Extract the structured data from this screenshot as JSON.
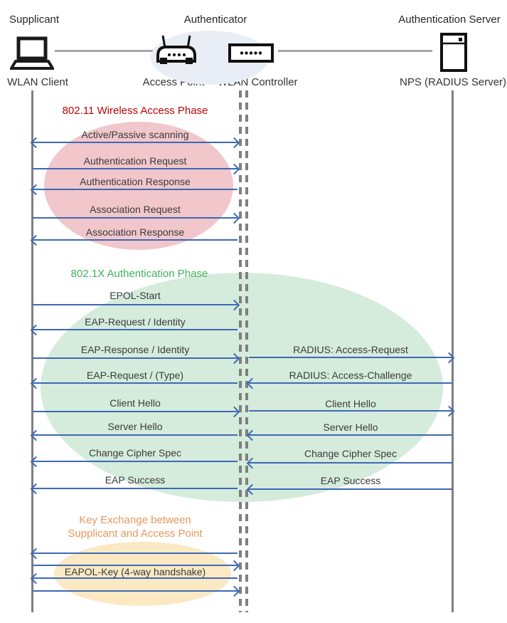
{
  "header": {
    "roles": {
      "supplicant": "Supplicant",
      "authenticator": "Authenticator",
      "auth_server": "Authentication Server"
    },
    "devices": {
      "wlan_client": "WLAN Client",
      "access_point": "Access Point",
      "wlan_controller": "WLAN Controller",
      "nps": "NPS (RADIUS Server)"
    }
  },
  "colors": {
    "arrow_blue": "#3e68b4",
    "lifeline_gray": "#7f7f7f",
    "phase1_title": "#c00000",
    "phase1_fill": "#f1c7cb",
    "phase2_title": "#3eb25c",
    "phase2_fill": "#d5ecdc",
    "phase3_title": "#e8975a",
    "phase3_fill": "#fbe9c4",
    "hub_fill": "#e9edf5"
  },
  "phase1": {
    "title": "802.11 Wireless Access Phase",
    "messages": [
      {
        "label": "Active/Passive scanning",
        "direction": "both",
        "from": "WLAN Client",
        "to": "WLAN Controller"
      },
      {
        "label": "Authentication Request",
        "direction": "right",
        "from": "WLAN Client",
        "to": "WLAN Controller"
      },
      {
        "label": "Authentication Response",
        "direction": "left",
        "from": "WLAN Controller",
        "to": "WLAN Client"
      },
      {
        "label": "Association Request",
        "direction": "right",
        "from": "WLAN Client",
        "to": "WLAN Controller"
      },
      {
        "label": "Association Response",
        "direction": "left",
        "from": "WLAN Controller",
        "to": "WLAN Client"
      }
    ]
  },
  "phase2": {
    "title": "802.1X Authentication Phase",
    "client_messages": [
      {
        "label": "EPOL-Start",
        "direction": "right"
      },
      {
        "label": "EAP-Request / Identity",
        "direction": "left"
      },
      {
        "label": "EAP-Response / Identity",
        "direction": "right"
      },
      {
        "label": "EAP-Request / (Type)",
        "direction": "left"
      },
      {
        "label": "Client Hello",
        "direction": "right"
      },
      {
        "label": "Server Hello",
        "direction": "left"
      },
      {
        "label": "Change Cipher Spec",
        "direction": "left"
      },
      {
        "label": "EAP Success",
        "direction": "left"
      }
    ],
    "server_messages": [
      {
        "label": "RADIUS: Access-Request",
        "direction": "right"
      },
      {
        "label": "RADIUS: Access-Challenge",
        "direction": "left"
      },
      {
        "label": "Client Hello",
        "direction": "right"
      },
      {
        "label": "Server Hello",
        "direction": "left"
      },
      {
        "label": "Change Cipher Spec",
        "direction": "left"
      },
      {
        "label": "EAP Success",
        "direction": "left"
      }
    ]
  },
  "phase3": {
    "title_line1": "Key Exchange between",
    "title_line2": "Supplicant and Access Point",
    "handshake_label": "EAPOL-Key (4-way handshake)",
    "arrows": [
      {
        "direction": "left"
      },
      {
        "direction": "right"
      },
      {
        "direction": "left"
      },
      {
        "direction": "right"
      }
    ]
  }
}
